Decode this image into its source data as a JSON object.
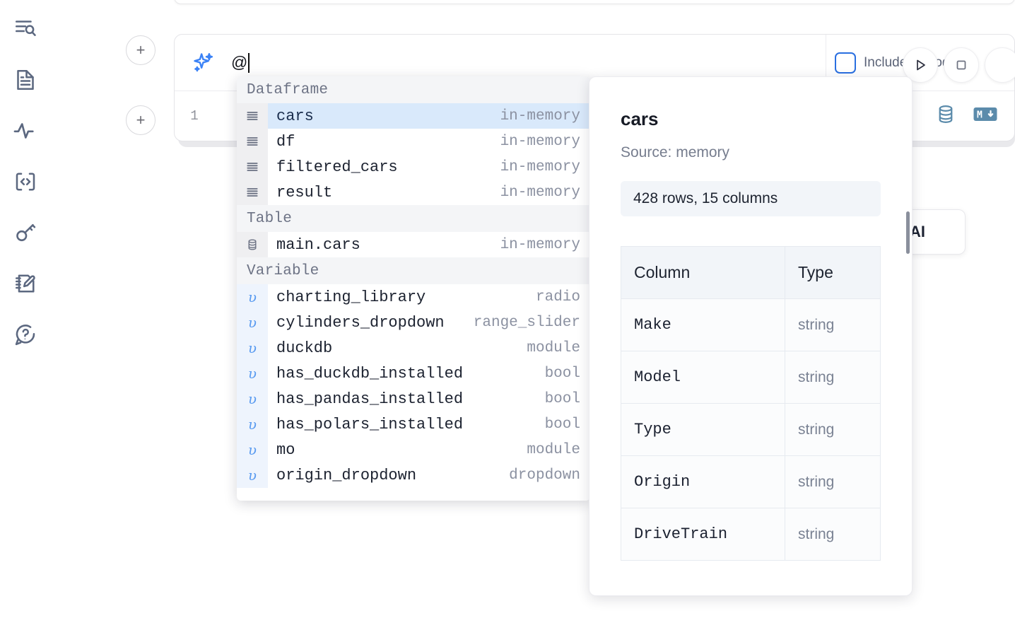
{
  "sidebar": {
    "items": [
      {
        "name": "explore-outline-icon",
        "label": "Outline / search"
      },
      {
        "name": "file-document-icon",
        "label": "Files"
      },
      {
        "name": "activity-pulse-icon",
        "label": "Activity"
      },
      {
        "name": "code-brackets-icon",
        "label": "Snippets"
      },
      {
        "name": "key-secrets-icon",
        "label": "Secrets"
      },
      {
        "name": "notebook-edit-icon",
        "label": "Scratchpad"
      },
      {
        "name": "help-question-icon",
        "label": "Help"
      }
    ]
  },
  "toolbar": {
    "run_label": "Run",
    "stop_label": "Stop",
    "add_cell_label": "+"
  },
  "ai_prompt": {
    "icon": "sparkles-icon",
    "value": "@",
    "include_all_code_label": "Include all code",
    "include_all_code_checked": false,
    "accent_color": "#2a6fe0"
  },
  "cell": {
    "line_number": "1",
    "icons": [
      {
        "name": "database-icon",
        "label": "SQL cell"
      },
      {
        "name": "markdown-icon",
        "label": "Markdown cell"
      }
    ]
  },
  "ai_chip": {
    "label": "h AI"
  },
  "autocomplete": {
    "groups": [
      {
        "label": "Dataframe",
        "items": [
          {
            "icon": "table-rows-icon",
            "icon_kind": "df",
            "name": "cars",
            "type": "in-memory",
            "selected": true
          },
          {
            "icon": "table-rows-icon",
            "icon_kind": "df",
            "name": "df",
            "type": "in-memory",
            "selected": false
          },
          {
            "icon": "table-rows-icon",
            "icon_kind": "df",
            "name": "filtered_cars",
            "type": "in-memory",
            "selected": false
          },
          {
            "icon": "table-rows-icon",
            "icon_kind": "df",
            "name": "result",
            "type": "in-memory",
            "selected": false
          }
        ]
      },
      {
        "label": "Table",
        "items": [
          {
            "icon": "database-icon",
            "icon_kind": "db",
            "name": "main.cars",
            "type": "in-memory",
            "selected": false
          }
        ]
      },
      {
        "label": "Variable",
        "items": [
          {
            "icon": "variable-icon",
            "icon_kind": "var",
            "name": "charting_library",
            "type": "radio",
            "selected": false
          },
          {
            "icon": "variable-icon",
            "icon_kind": "var",
            "name": "cylinders_dropdown",
            "type": "range_slider",
            "selected": false
          },
          {
            "icon": "variable-icon",
            "icon_kind": "var",
            "name": "duckdb",
            "type": "module",
            "selected": false
          },
          {
            "icon": "variable-icon",
            "icon_kind": "var",
            "name": "has_duckdb_installed",
            "type": "bool",
            "selected": false
          },
          {
            "icon": "variable-icon",
            "icon_kind": "var",
            "name": "has_pandas_installed",
            "type": "bool",
            "selected": false
          },
          {
            "icon": "variable-icon",
            "icon_kind": "var",
            "name": "has_polars_installed",
            "type": "bool",
            "selected": false
          },
          {
            "icon": "variable-icon",
            "icon_kind": "var",
            "name": "mo",
            "type": "module",
            "selected": false
          },
          {
            "icon": "variable-icon",
            "icon_kind": "var",
            "name": "origin_dropdown",
            "type": "dropdown",
            "selected": false
          }
        ]
      }
    ]
  },
  "detail": {
    "title": "cars",
    "source": "Source: memory",
    "shape": "428 rows, 15 columns",
    "columns_header": "Column",
    "type_header": "Type",
    "rows": [
      {
        "column": "Make",
        "type": "string"
      },
      {
        "column": "Model",
        "type": "string"
      },
      {
        "column": "Type",
        "type": "string"
      },
      {
        "column": "Origin",
        "type": "string"
      },
      {
        "column": "DriveTrain",
        "type": "string"
      }
    ]
  }
}
